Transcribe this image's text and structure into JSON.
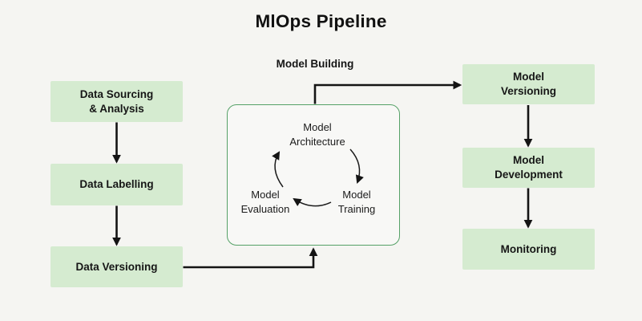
{
  "title": "MlOps Pipeline",
  "colors": {
    "background": "#f5f5f2",
    "node_fill": "#d5ebd0",
    "node_text": "#161616",
    "cycle_border": "#55a167",
    "arrow": "#141414"
  },
  "left_column": {
    "nodes": [
      {
        "label": "Data Sourcing\n& Analysis"
      },
      {
        "label": "Data Labelling"
      },
      {
        "label": "Data Versioning"
      }
    ]
  },
  "model_building": {
    "label": "Model Building",
    "cycle_nodes": [
      {
        "label": "Model\nArchitecture"
      },
      {
        "label": "Model\nTraining"
      },
      {
        "label": "Model\nEvaluation"
      }
    ]
  },
  "right_column": {
    "nodes": [
      {
        "label": "Model\nVersioning"
      },
      {
        "label": "Model\nDevelopment"
      },
      {
        "label": "Monitoring"
      }
    ]
  }
}
